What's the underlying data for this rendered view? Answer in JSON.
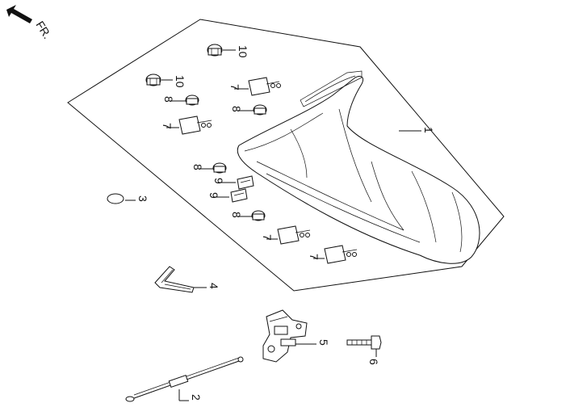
{
  "direction": {
    "text": "FR.",
    "icon": "arrow-up-left-icon"
  },
  "callouts": {
    "c1": "1",
    "c2": "2",
    "c3": "3",
    "c4": "4",
    "c5": "5",
    "c6": "6",
    "c7a": "7",
    "c7b": "7",
    "c7c": "7",
    "c7d": "7",
    "c8a": "8",
    "c8b": "8",
    "c8c": "8",
    "c8d": "8",
    "c9a": "9",
    "c9b": "9",
    "c10a": "10",
    "c10b": "10"
  }
}
